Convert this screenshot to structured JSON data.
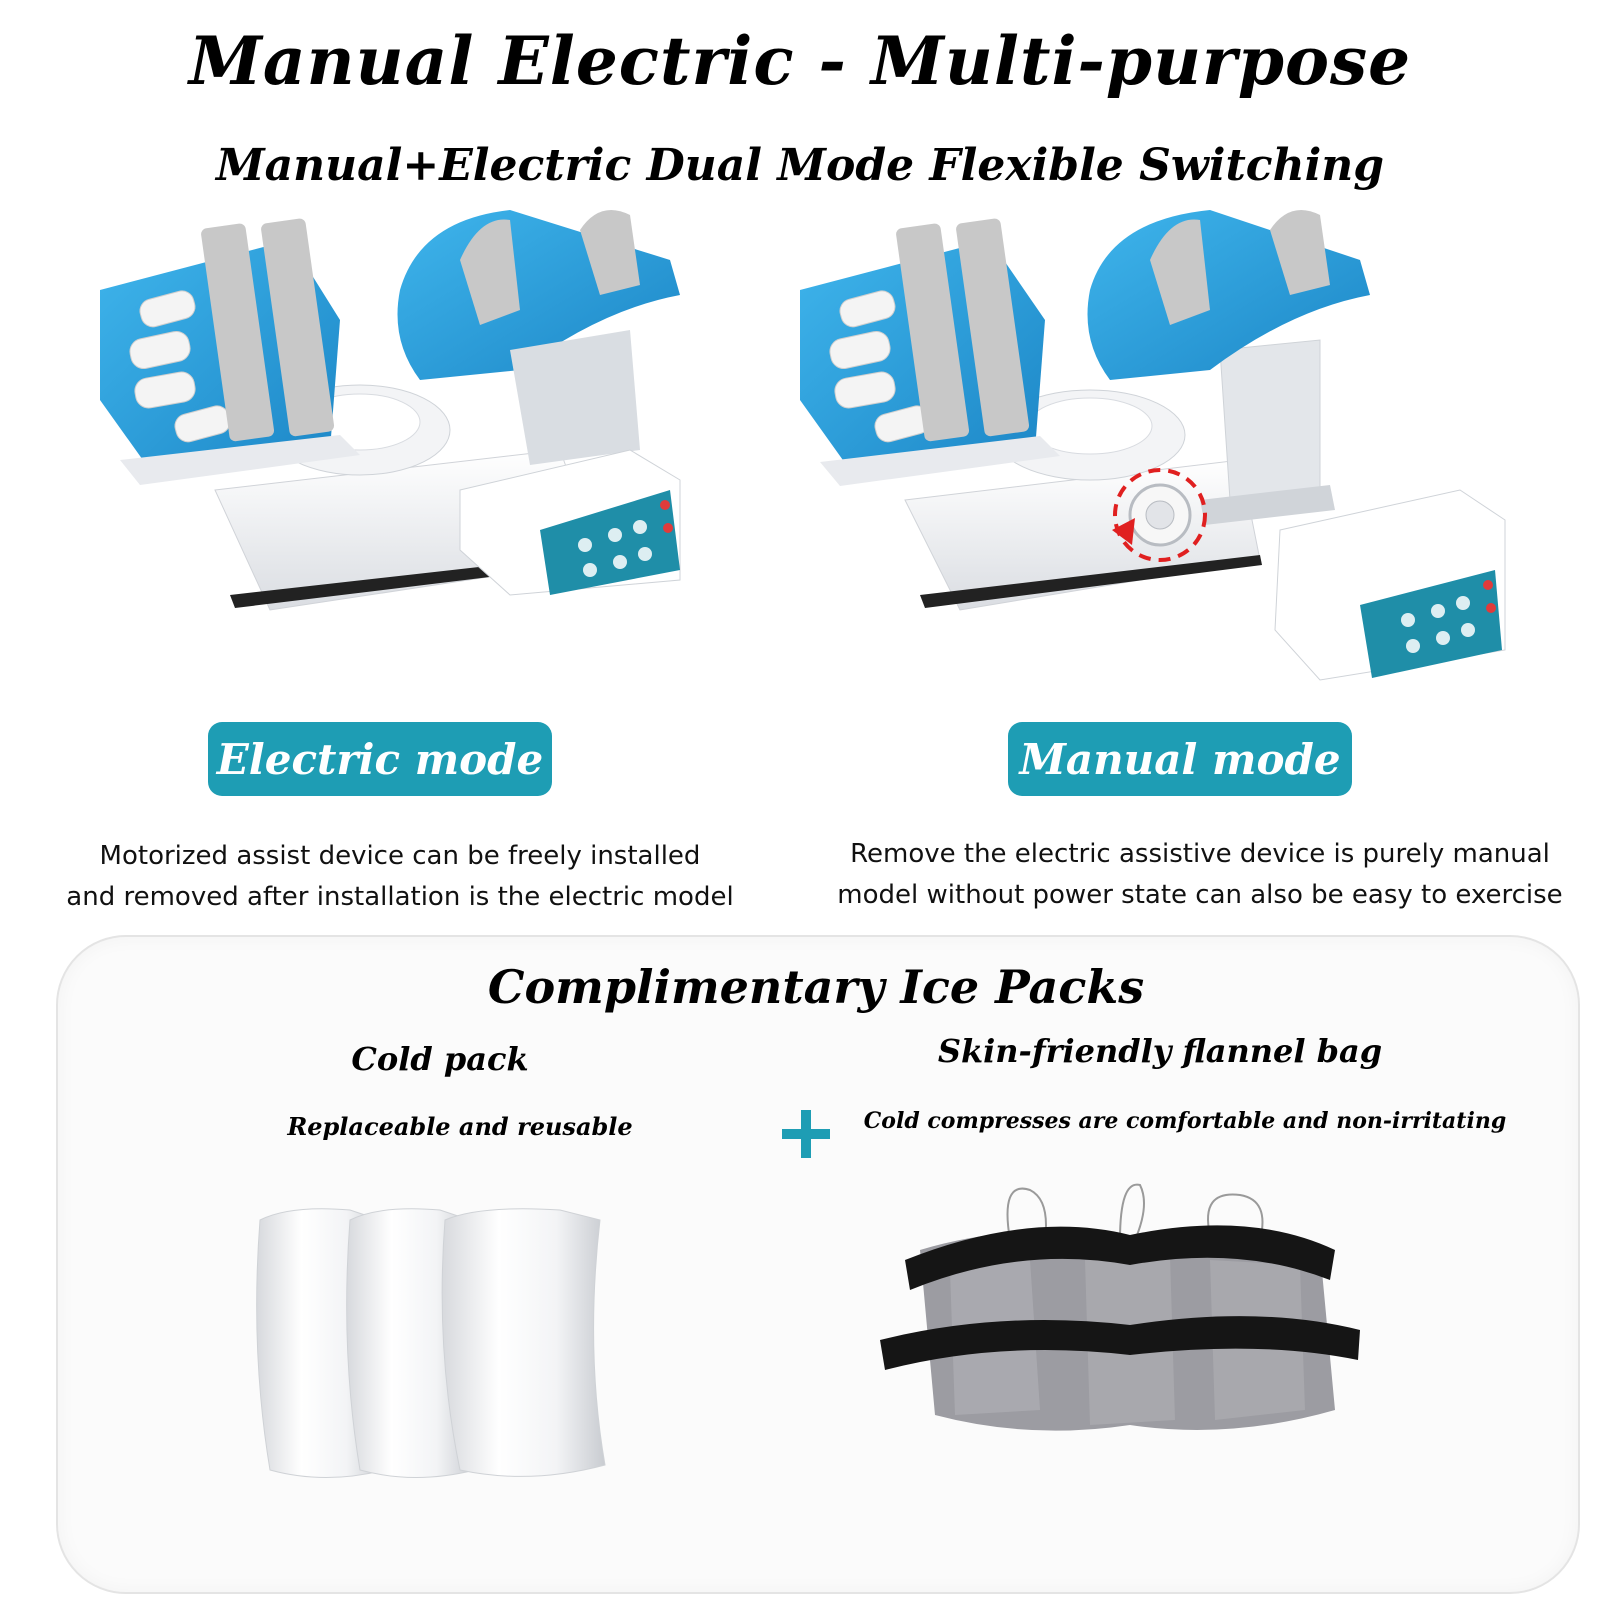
{
  "header": {
    "title": "Manual Electric - Multi-purpose",
    "subtitle": "Manual+Electric Dual Mode Flexible Switching"
  },
  "modes": [
    {
      "label": "Electric mode",
      "description_lines": [
        "Motorized assist device can be freely installed",
        "and removed after installation is the electric model"
      ]
    },
    {
      "label": "Manual mode",
      "description_lines": [
        "Remove the electric assistive device is purely manual",
        "model without power state can also be easy to exercise"
      ]
    }
  ],
  "ice_packs": {
    "title": "Complimentary Ice Packs",
    "cold_pack": {
      "title": "Cold pack",
      "subtitle": "Replaceable and reusable"
    },
    "flannel_bag": {
      "title": "Skin-friendly flannel bag",
      "subtitle": "Cold compresses are comfortable and non-irritating"
    },
    "plus_icon": "plus-icon"
  },
  "colors": {
    "accent": "#1e9db4",
    "device_blue": "#2a9fdc",
    "strap_gray": "#c8c8c8",
    "arrow_red": "#e02020"
  }
}
